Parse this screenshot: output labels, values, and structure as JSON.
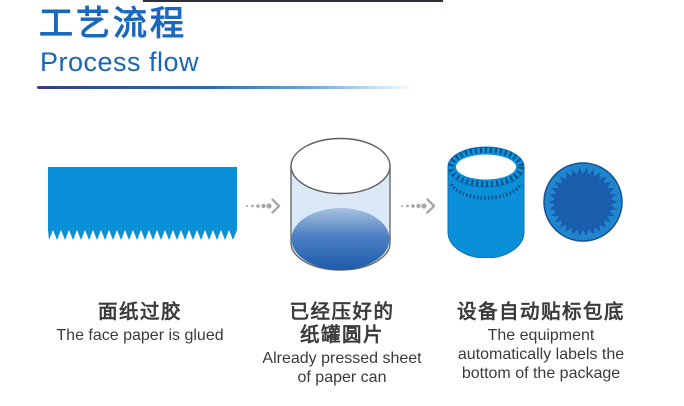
{
  "header": {
    "title_cn": "工艺流程",
    "title_en": "Process flow"
  },
  "steps": [
    {
      "cn": "面纸过胶",
      "en": "The face paper is glued",
      "icon": "glued-paper-sheet-icon"
    },
    {
      "cn": "已经压好的\n纸罐圆片",
      "en": "Already pressed sheet\nof paper can",
      "icon": "paper-can-cylinder-icon"
    },
    {
      "cn": "设备自动贴标包底",
      "en": "The equipment\nautomatically labels the\nbottom of the package",
      "icon": "labeled-can-and-bottom-disc-icon"
    }
  ],
  "colors": {
    "title_blue": "#1a67be",
    "accent_blue": "#0a90d9",
    "deep_blue": "#1b5dad",
    "disc_ring_blue": "#1f86cd",
    "disc_outline": "#16508f",
    "seam_dark_blue": "#12497f",
    "liquid_bottom_blue": "#1d5cab",
    "cylinder_body_blue": "#dbe9f7",
    "text_gray": "#3b3b3b",
    "arrow_gray": "#a8a8a8",
    "rule_gradient_start": "#403a80",
    "rule_gradient_mid": "#2b6ab2"
  }
}
